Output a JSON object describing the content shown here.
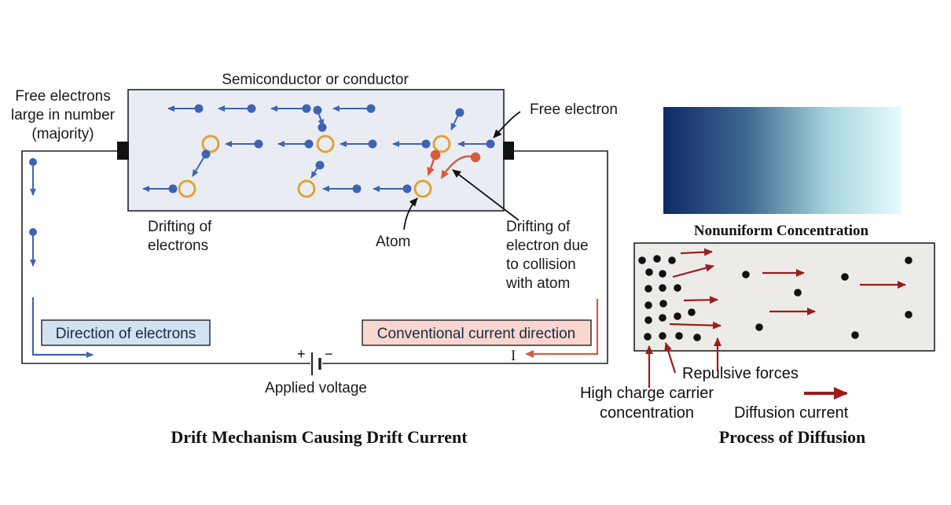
{
  "drift": {
    "conductor_label": "Semiconductor or conductor",
    "free_electrons_label": [
      "Free electrons",
      "large in number",
      "(majority)"
    ],
    "free_electron_label": "Free electron",
    "drifting_label": [
      "Drifting of",
      "electrons"
    ],
    "atom_label": "Atom",
    "collision_label": [
      "Drifting of",
      "electron due",
      "to collision",
      "with atom"
    ],
    "direction_electrons": "Direction of electrons",
    "conventional_current": "Conventional current direction",
    "current_symbol": "I",
    "plus": "+",
    "minus": "−",
    "applied_voltage": "Applied voltage",
    "caption": "Drift Mechanism Causing Drift Current"
  },
  "diffusion": {
    "gradient_label": "Nonuniform Concentration",
    "repulsive_forces": "Repulsive forces",
    "high_concentration": [
      "High charge carrier",
      "concentration"
    ],
    "diffusion_current": "Diffusion current",
    "caption": "Process of Diffusion"
  },
  "colors": {
    "electron": "#3f63b3",
    "atom": "#e0a23a",
    "collision": "#d75b3d",
    "diffusion_arrow": "#9b1c1c",
    "gradient_start": "#0e2a66",
    "gradient_end": "#e6fbfd"
  }
}
